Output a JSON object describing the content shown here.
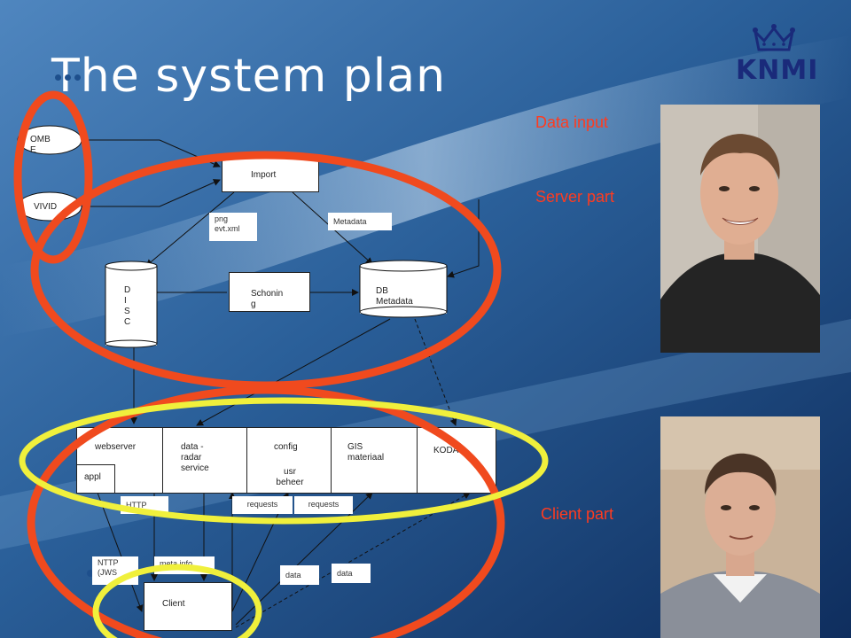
{
  "slide": {
    "title": "The system plan",
    "logo_text": "KNMI"
  },
  "labels": {
    "data_input": "Data input",
    "server_part": "Server part",
    "client_part": "Client part"
  },
  "diagram": {
    "sources": {
      "omb": "OMB\nE",
      "vivid": "VIVID"
    },
    "import": "Import",
    "png_tag": "png\nevt.xml",
    "metadata_tag": "Metadata",
    "disc": "D\nI\nS\nC",
    "schoning": "Schonin\ng",
    "db_metadata": "DB\nMetadata",
    "server_row": {
      "webserver": "webserver",
      "appl": "appl",
      "data_radar": "data -\nradar\nservice",
      "config": "config",
      "usr_beheer": "usr\nbeheer",
      "gis": "GIS\nmateriaal",
      "kodac": "KODAC"
    },
    "http_tag": "HTTP",
    "requests_1": "requests",
    "requests_2": "requests",
    "nttp_tag": "NTTP\n(JWS",
    "meta_info_tag": "meta info",
    "data_1": "data",
    "data_2": "data",
    "client": "Client"
  },
  "colors": {
    "red_ellipse": "#f04a1e",
    "yellow_ellipse": "#f0f03c",
    "bg_dark": "#14396b",
    "bg_light": "#5a8fc2"
  }
}
